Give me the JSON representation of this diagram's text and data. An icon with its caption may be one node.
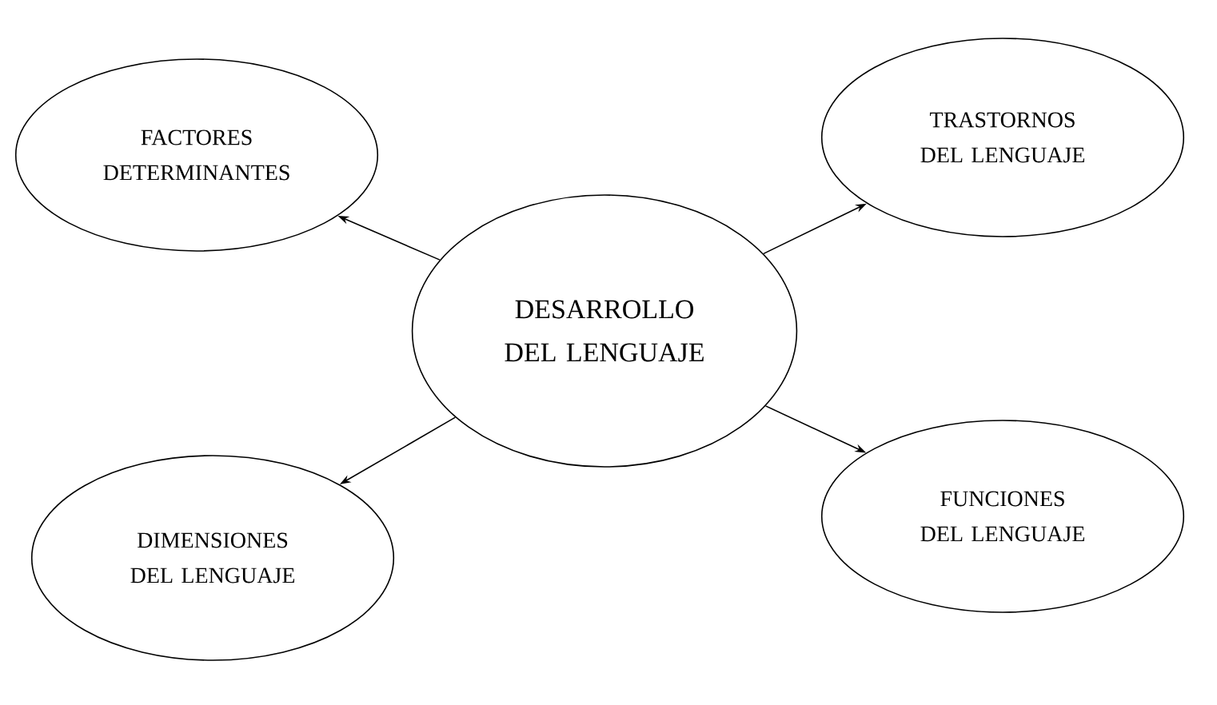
{
  "diagram": {
    "nodes": [
      {
        "text": [
          "DESARROLLO DEL LENGUAJE"
        ]
      },
      {
        "text": [
          "FACTORES DETERMINANTES"
        ]
      },
      {
        "text": [
          "TRASTORNOS DEL LENGUAJE"
        ]
      },
      {
        "text": [
          "DIMENSIONES DEL LENGUAJE"
        ]
      },
      {
        "text": [
          "FUNCIONES DEL LENGUAJE"
        ]
      }
    ],
    "edges": [
      {
        "from": 0,
        "to": 1,
        "arrow": "to"
      },
      {
        "from": 0,
        "to": 2,
        "arrow": "to"
      },
      {
        "from": 0,
        "to": 3,
        "arrow": "to"
      },
      {
        "from": 0,
        "to": 4,
        "arrow": "to"
      }
    ]
  }
}
